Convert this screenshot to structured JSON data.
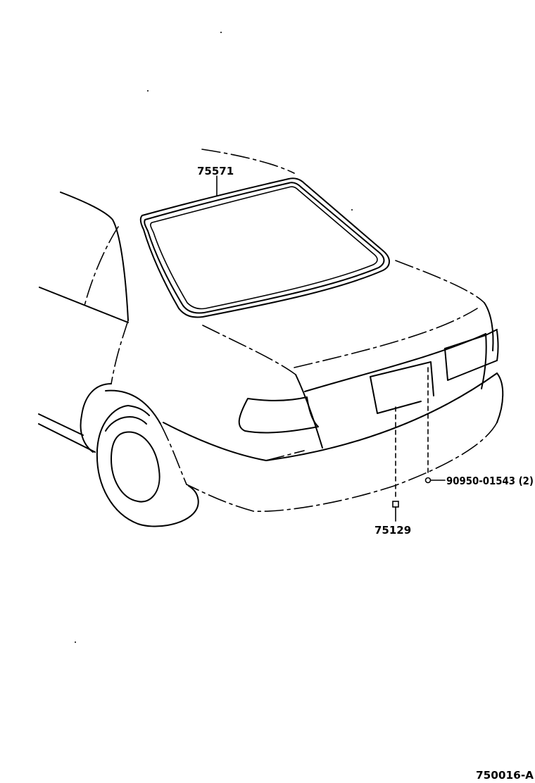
{
  "parts": {
    "glass_weatherstrip": "75571",
    "plate": "75129",
    "clip": "90950-01543 (2)"
  },
  "diagram_code": "750016-A"
}
